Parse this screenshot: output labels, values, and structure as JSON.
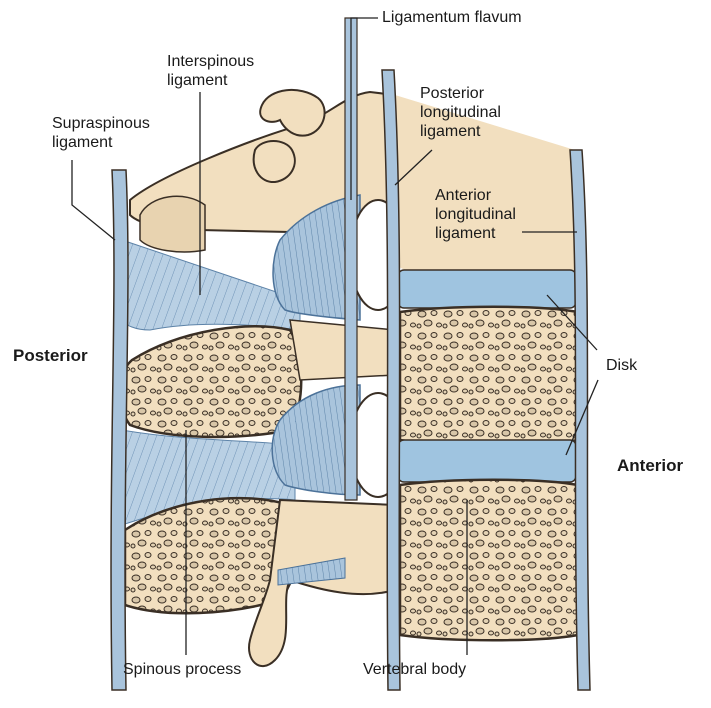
{
  "labels": {
    "ligamentum_flavum": "Ligamentum flavum",
    "interspinous": "Interspinous\nligament",
    "supraspinous": "Supraspinous\nligament",
    "posterior_longitudinal": "Posterior\nlongitudinal\nligament",
    "anterior_longitudinal": "Anterior\nlongitudinal\nligament",
    "posterior": "Posterior",
    "disk": "Disk",
    "anterior": "Anterior",
    "spinous_process": "Spinous process",
    "vertebral_body": "Vertebral body"
  },
  "colors": {
    "bone": "#f2dfbf",
    "bone_outline": "#3a2f25",
    "ligament": "#a9c4dc",
    "ligament_dark": "#6f93b7",
    "disk": "#9fc4e0",
    "leader": "#222222"
  }
}
